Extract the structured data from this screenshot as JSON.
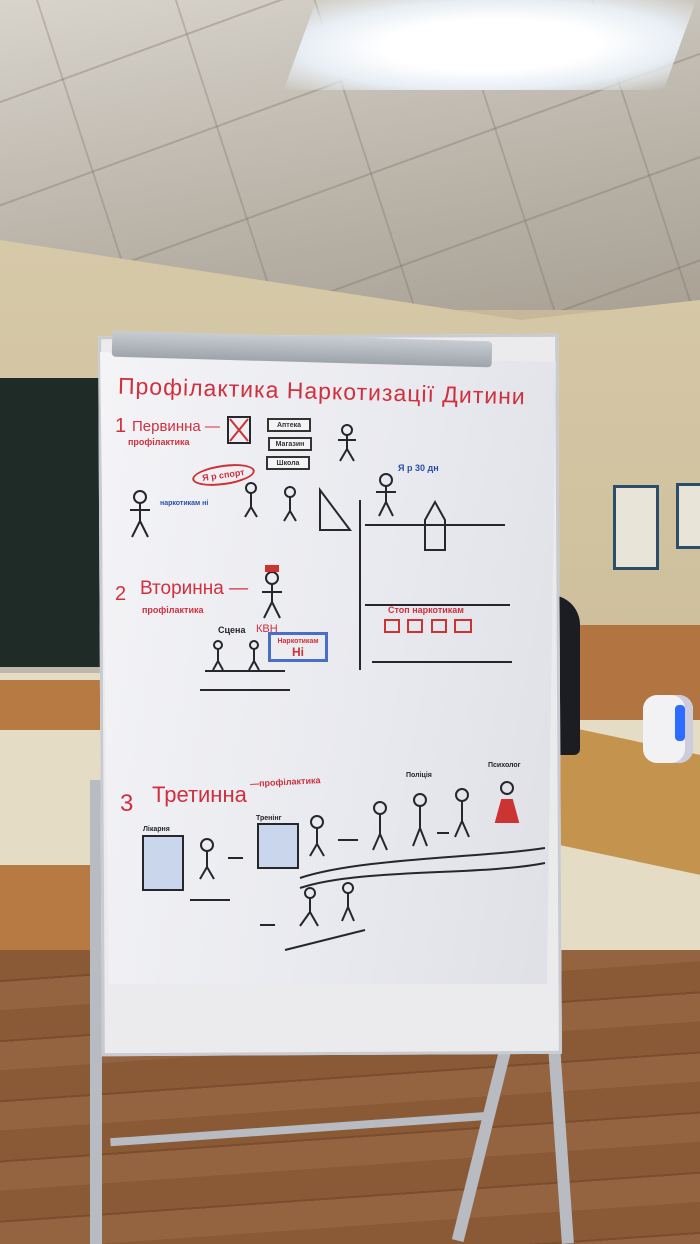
{
  "flipchart": {
    "title": "Профілактика Наркотизації Дитини",
    "section1": {
      "number": "1",
      "title": "Первинна —",
      "subtitle": "профілактика",
      "boxes": [
        "Аптека",
        "Магазин",
        "Школа"
      ],
      "cloud": "Я р спорт",
      "speech": "Я р 30 дн",
      "note": "наркотикам ні"
    },
    "section2": {
      "number": "2",
      "title": "Вторинна —",
      "subtitle": "профілактика",
      "stage": "Сцена",
      "kvn": "КВН",
      "sign_line1": "Наркотикам",
      "sign_line2": "Ні",
      "banner": "Стоп наркотикам"
    },
    "section3": {
      "number": "3",
      "title": "Третинна",
      "subtitle": "—профілактика",
      "hospital": "Лікарня",
      "training": "Тренінг",
      "police": "Поліція",
      "psychologist": "Психолог"
    }
  }
}
